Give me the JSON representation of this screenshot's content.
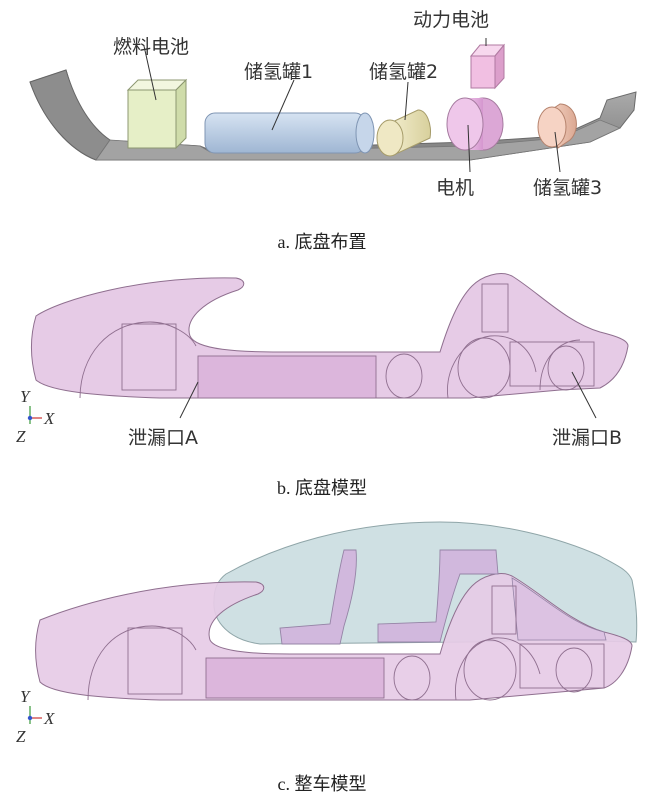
{
  "panel_a": {
    "labels": {
      "fuel_cell": "燃料电池",
      "h2_tank_1": "储氢罐1",
      "h2_tank_2": "储氢罐2",
      "power_battery": "动力电池",
      "motor": "电机",
      "h2_tank_3": "储氢罐3"
    },
    "caption": "a. 底盘布置"
  },
  "panel_b": {
    "labels": {
      "leak_a": "泄漏口A",
      "leak_b": "泄漏口B"
    },
    "axes": {
      "y": "Y",
      "x": "X",
      "z": "Z"
    },
    "caption": "b. 底盘模型"
  },
  "panel_c": {
    "axes": {
      "y": "Y",
      "x": "X",
      "z": "Z"
    },
    "caption": "c. 整车模型"
  },
  "colors": {
    "tray": "#9a9a9a",
    "fuel_cell": "#e3ecc3",
    "tank1": "#bccfe6",
    "tank2": "#ece6be",
    "motor": "#e8b8e0",
    "battery": "#eeb6dc",
    "tank3": "#f0c4b2",
    "body_pink": "#e6cbe6",
    "cabin_blue": "#cfe0e3"
  }
}
